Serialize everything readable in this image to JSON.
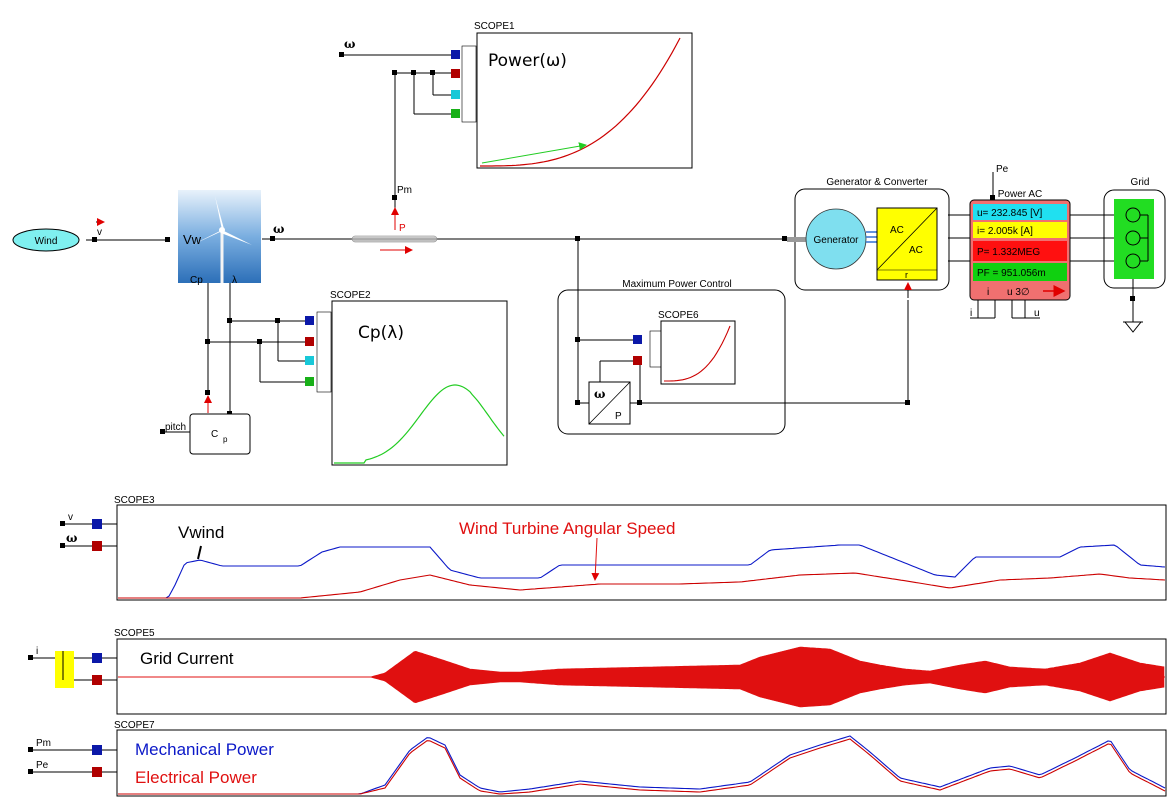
{
  "wind_source": {
    "label": "Wind"
  },
  "wires": {
    "v": "v",
    "omega": "ω",
    "pm": "Pm",
    "pe": "Pe",
    "pitch": "pitch",
    "i": "i",
    "u": "u"
  },
  "turbine": {
    "vw": "Vw",
    "cp": "Cp",
    "lambda": "λ"
  },
  "sensor": {
    "p": "P"
  },
  "cp_block": {
    "label": "C",
    "sub": "p"
  },
  "scope1": {
    "name": "SCOPE1",
    "title": "Power(ω)"
  },
  "scope2": {
    "name": "SCOPE2",
    "title": "Cp(λ)"
  },
  "scope3": {
    "name": "SCOPE3",
    "annotation_wind": "Vwind",
    "annotation_speed": "Wind Turbine Angular Speed"
  },
  "scope5": {
    "name": "SCOPE5",
    "title": "Grid Current"
  },
  "scope6": {
    "name": "SCOPE6"
  },
  "scope7": {
    "name": "SCOPE7",
    "legend_mech": "Mechanical Power",
    "legend_elec": "Electrical Power"
  },
  "mpc": {
    "title": "Maximum Power Control",
    "in": "ω",
    "out": "P"
  },
  "genconv": {
    "title": "Generator & Converter",
    "generator": "Generator",
    "ac_top": "AC",
    "ac_bottom": "AC",
    "r": "r"
  },
  "meter": {
    "title": "Power AC",
    "u": "u= 232.845 [V]",
    "i": "i= 2.005k [A]",
    "p": "P= 1.332MEG",
    "pf": "PF = 951.056m",
    "foot_i": "i",
    "foot_u": "u 3∅"
  },
  "grid": {
    "title": "Grid"
  },
  "colors": {
    "blue_port": "#0b18a8",
    "red_port": "#b00000",
    "cyan_port": "#18c8d8",
    "green_port": "#18b018",
    "meter_cyan": "#20e0f0",
    "meter_yellow": "#ffff00",
    "meter_red": "#ff1010",
    "meter_green": "#10d010",
    "meter_body": "#f07070",
    "grid_green": "#22dd22",
    "generator": "#7fdfef",
    "converter": "#ffff00"
  }
}
